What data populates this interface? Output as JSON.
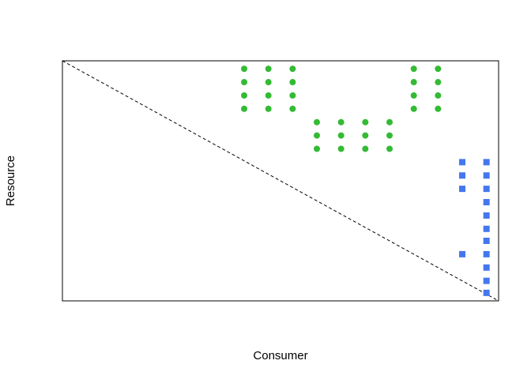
{
  "chart_data": {
    "type": "scatter",
    "title": "",
    "xlabel": "Consumer",
    "ylabel": "Resource",
    "axes_ticks": false,
    "grid": false,
    "legend": "none",
    "xlim": [
      0,
      18
    ],
    "ylim": [
      0,
      18
    ],
    "reference_line": {
      "from": [
        0,
        18
      ],
      "to": [
        18,
        0
      ],
      "style": "dashed",
      "color": "#000000"
    },
    "series": [
      {
        "marker": "circle",
        "color": "#33BB33",
        "points": [
          [
            7.5,
            17.4
          ],
          [
            7.5,
            16.4
          ],
          [
            7.5,
            15.4
          ],
          [
            7.5,
            14.4
          ],
          [
            8.5,
            17.4
          ],
          [
            8.5,
            16.4
          ],
          [
            8.5,
            15.4
          ],
          [
            8.5,
            14.4
          ],
          [
            9.5,
            17.4
          ],
          [
            9.5,
            16.4
          ],
          [
            9.5,
            15.4
          ],
          [
            9.5,
            14.4
          ],
          [
            10.5,
            13.4
          ],
          [
            10.5,
            12.4
          ],
          [
            10.5,
            11.4
          ],
          [
            11.5,
            13.4
          ],
          [
            11.5,
            12.4
          ],
          [
            11.5,
            11.4
          ],
          [
            12.5,
            13.4
          ],
          [
            12.5,
            12.4
          ],
          [
            12.5,
            11.4
          ],
          [
            13.5,
            13.4
          ],
          [
            13.5,
            12.4
          ],
          [
            13.5,
            11.4
          ],
          [
            14.5,
            17.4
          ],
          [
            14.5,
            16.4
          ],
          [
            14.5,
            15.4
          ],
          [
            14.5,
            14.4
          ],
          [
            15.5,
            17.4
          ],
          [
            15.5,
            16.4
          ],
          [
            15.5,
            15.4
          ],
          [
            15.5,
            14.4
          ]
        ]
      },
      {
        "marker": "square",
        "color": "#4477EE",
        "points": [
          [
            16.5,
            10.4
          ],
          [
            16.5,
            9.4
          ],
          [
            16.5,
            8.4
          ],
          [
            16.5,
            3.5
          ],
          [
            17.5,
            10.4
          ],
          [
            17.5,
            9.4
          ],
          [
            17.5,
            8.4
          ],
          [
            17.5,
            7.4
          ],
          [
            17.5,
            6.4
          ],
          [
            17.5,
            5.4
          ],
          [
            17.5,
            4.5
          ],
          [
            17.5,
            3.5
          ],
          [
            17.5,
            2.5
          ],
          [
            17.5,
            1.5
          ],
          [
            17.5,
            0.6
          ]
        ]
      }
    ]
  }
}
